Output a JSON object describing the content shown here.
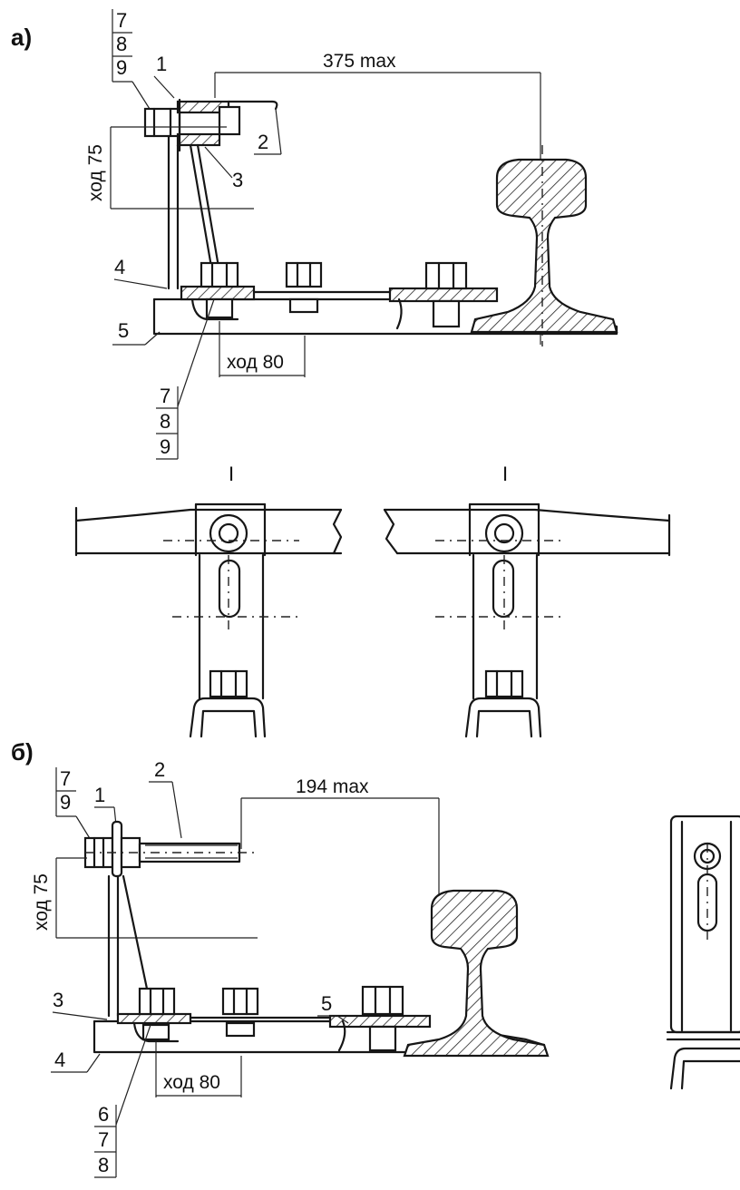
{
  "figure_a": {
    "label": "а)",
    "callout_stack_top": [
      "7",
      "8",
      "9"
    ],
    "callout_stack_bottom": [
      "7",
      "8",
      "9"
    ],
    "parts": [
      "1",
      "2",
      "3",
      "4",
      "5"
    ],
    "dim_reach": "375 max",
    "dim_vertical_stroke": "ход 75",
    "dim_horizontal_stroke": "ход 80",
    "view_marks": [
      "I",
      "I"
    ]
  },
  "figure_b": {
    "label": "б)",
    "callout_stack_top": [
      "7",
      "9"
    ],
    "callout_stack_bottom": [
      "6",
      "7",
      "8"
    ],
    "parts": [
      "1",
      "2",
      "3",
      "4",
      "5"
    ],
    "dim_reach": "194 max",
    "dim_vertical_stroke": "ход 75",
    "dim_horizontal_stroke": "ход 80"
  }
}
